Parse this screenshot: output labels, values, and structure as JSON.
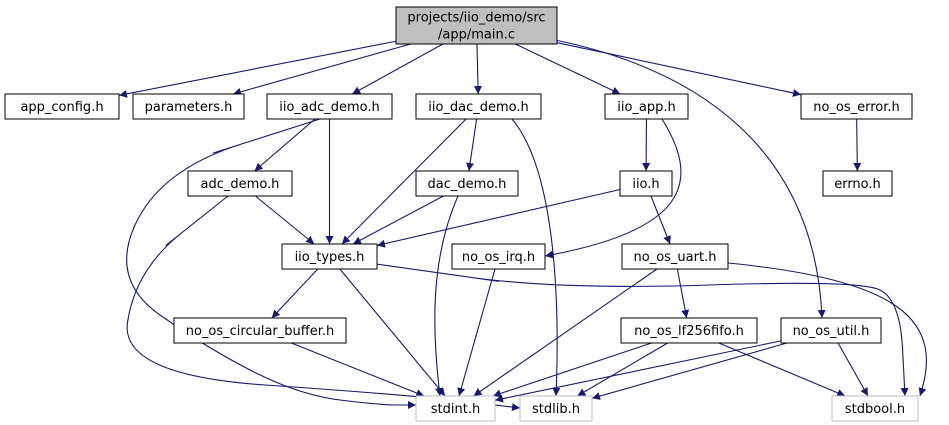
{
  "colors": {
    "edge": "#191970",
    "node_border": "#000000",
    "node_border_system": "#bfbfbf",
    "root_fill": "#bfbfbf",
    "node_fill": "#ffffff",
    "text": "#000000"
  },
  "nodes": [
    {
      "id": "main",
      "lines": [
        "projects/iio_demo/src",
        "/app/main.c"
      ],
      "style": "root"
    },
    {
      "id": "app_config",
      "lines": [
        "app_config.h"
      ],
      "style": "normal"
    },
    {
      "id": "parameters",
      "lines": [
        "parameters.h"
      ],
      "style": "normal"
    },
    {
      "id": "iio_adc_demo",
      "lines": [
        "iio_adc_demo.h"
      ],
      "style": "normal"
    },
    {
      "id": "iio_dac_demo",
      "lines": [
        "iio_dac_demo.h"
      ],
      "style": "normal"
    },
    {
      "id": "iio_app",
      "lines": [
        "iio_app.h"
      ],
      "style": "normal"
    },
    {
      "id": "no_os_error",
      "lines": [
        "no_os_error.h"
      ],
      "style": "normal"
    },
    {
      "id": "adc_demo",
      "lines": [
        "adc_demo.h"
      ],
      "style": "normal"
    },
    {
      "id": "dac_demo",
      "lines": [
        "dac_demo.h"
      ],
      "style": "normal"
    },
    {
      "id": "iio",
      "lines": [
        "iio.h"
      ],
      "style": "normal"
    },
    {
      "id": "errno",
      "lines": [
        "errno.h"
      ],
      "style": "normal"
    },
    {
      "id": "iio_types",
      "lines": [
        "iio_types.h"
      ],
      "style": "normal"
    },
    {
      "id": "no_os_irq",
      "lines": [
        "no_os_irq.h"
      ],
      "style": "normal"
    },
    {
      "id": "no_os_uart",
      "lines": [
        "no_os_uart.h"
      ],
      "style": "normal"
    },
    {
      "id": "no_os_circular_buffer",
      "lines": [
        "no_os_circular_buffer.h"
      ],
      "style": "normal"
    },
    {
      "id": "no_os_lf256fifo",
      "lines": [
        "no_os_lf256fifo.h"
      ],
      "style": "normal"
    },
    {
      "id": "no_os_util",
      "lines": [
        "no_os_util.h"
      ],
      "style": "normal"
    },
    {
      "id": "stdint",
      "lines": [
        "stdint.h"
      ],
      "style": "system"
    },
    {
      "id": "stdlib",
      "lines": [
        "stdlib.h"
      ],
      "style": "system"
    },
    {
      "id": "stdbool",
      "lines": [
        "stdbool.h"
      ],
      "style": "system"
    }
  ],
  "edges": [
    {
      "from": "main",
      "to": "app_config"
    },
    {
      "from": "main",
      "to": "parameters"
    },
    {
      "from": "main",
      "to": "iio_adc_demo"
    },
    {
      "from": "main",
      "to": "iio_dac_demo"
    },
    {
      "from": "main",
      "to": "iio_app"
    },
    {
      "from": "main",
      "to": "no_os_error"
    },
    {
      "from": "main",
      "to": "no_os_util"
    },
    {
      "from": "iio_adc_demo",
      "to": "adc_demo"
    },
    {
      "from": "iio_adc_demo",
      "to": "iio_types"
    },
    {
      "from": "iio_adc_demo",
      "to": "stdint"
    },
    {
      "from": "iio_dac_demo",
      "to": "dac_demo"
    },
    {
      "from": "iio_dac_demo",
      "to": "iio_types"
    },
    {
      "from": "iio_dac_demo",
      "to": "stdlib"
    },
    {
      "from": "iio_app",
      "to": "iio"
    },
    {
      "from": "iio_app",
      "to": "no_os_irq"
    },
    {
      "from": "no_os_error",
      "to": "errno"
    },
    {
      "from": "adc_demo",
      "to": "iio_types"
    },
    {
      "from": "adc_demo",
      "to": "stdlib"
    },
    {
      "from": "dac_demo",
      "to": "iio_types"
    },
    {
      "from": "dac_demo",
      "to": "stdint"
    },
    {
      "from": "iio",
      "to": "iio_types"
    },
    {
      "from": "iio",
      "to": "no_os_uart"
    },
    {
      "from": "iio_types",
      "to": "no_os_circular_buffer"
    },
    {
      "from": "iio_types",
      "to": "stdint"
    },
    {
      "from": "iio_types",
      "to": "stdbool"
    },
    {
      "from": "no_os_irq",
      "to": "stdint"
    },
    {
      "from": "no_os_uart",
      "to": "no_os_lf256fifo"
    },
    {
      "from": "no_os_uart",
      "to": "stdint"
    },
    {
      "from": "no_os_uart",
      "to": "stdbool"
    },
    {
      "from": "no_os_circular_buffer",
      "to": "stdint"
    },
    {
      "from": "no_os_lf256fifo",
      "to": "stdint"
    },
    {
      "from": "no_os_lf256fifo",
      "to": "stdlib"
    },
    {
      "from": "no_os_lf256fifo",
      "to": "stdbool"
    },
    {
      "from": "no_os_util",
      "to": "stdint"
    },
    {
      "from": "no_os_util",
      "to": "stdlib"
    },
    {
      "from": "no_os_util",
      "to": "stdbool"
    }
  ]
}
